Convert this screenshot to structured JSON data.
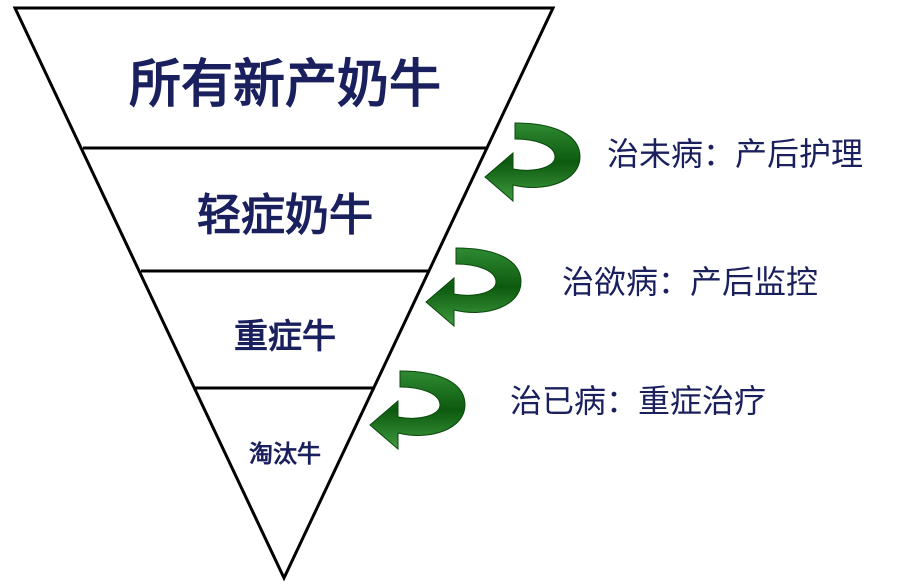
{
  "funnel": {
    "tiers": [
      {
        "label": "所有新产奶牛"
      },
      {
        "label": "轻症奶牛"
      },
      {
        "label": "重症牛"
      },
      {
        "label": "淘汰牛"
      }
    ]
  },
  "annotations": [
    {
      "text": "治未病：产后护理"
    },
    {
      "text": "治欲病：产后监控"
    },
    {
      "text": "治已病：重症治疗"
    }
  ],
  "colors": {
    "outline": "#000000",
    "text": "#1a1f5e",
    "arrow_dark": "#0d5a0f",
    "arrow_light": "#3f9b3f"
  },
  "icons": [
    "curved-arrow-icon",
    "curved-arrow-icon",
    "curved-arrow-icon"
  ]
}
